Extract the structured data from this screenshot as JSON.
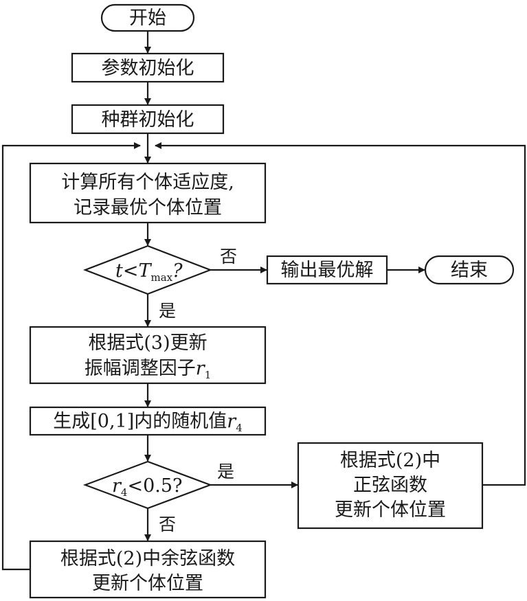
{
  "nodes": {
    "start": "开始",
    "param_init": "参数初始化",
    "pop_init": "种群初始化",
    "fitness_line1": "计算所有个体适应度,",
    "fitness_line2": "记录最优个体位置",
    "cond_t_var": "t",
    "cond_t_op": "<",
    "cond_t_T": "T",
    "cond_t_sub": "max",
    "cond_t_q": "?",
    "output_best": "输出最优解",
    "end": "结束",
    "update_r1_line1": "根据式(3)更新",
    "update_r1_line2": "振幅调整因子",
    "update_r1_var": "r",
    "update_r1_sub": "1",
    "gen_r4": "生成[0,1]内的随机值",
    "gen_r4_var": "r",
    "gen_r4_sub": "4",
    "cond_r4_var": "r",
    "cond_r4_sub": "4",
    "cond_r4_rest": "<0.5?",
    "sine_line1": "根据式(2)中",
    "sine_line2": "正弦函数",
    "sine_line3": "更新个体位置",
    "cosine_line1": "根据式(2)中余弦函数",
    "cosine_line2": "更新个体位置"
  },
  "edge_labels": {
    "no_t": "否",
    "yes_t": "是",
    "yes_r4": "是",
    "no_r4": "否"
  }
}
